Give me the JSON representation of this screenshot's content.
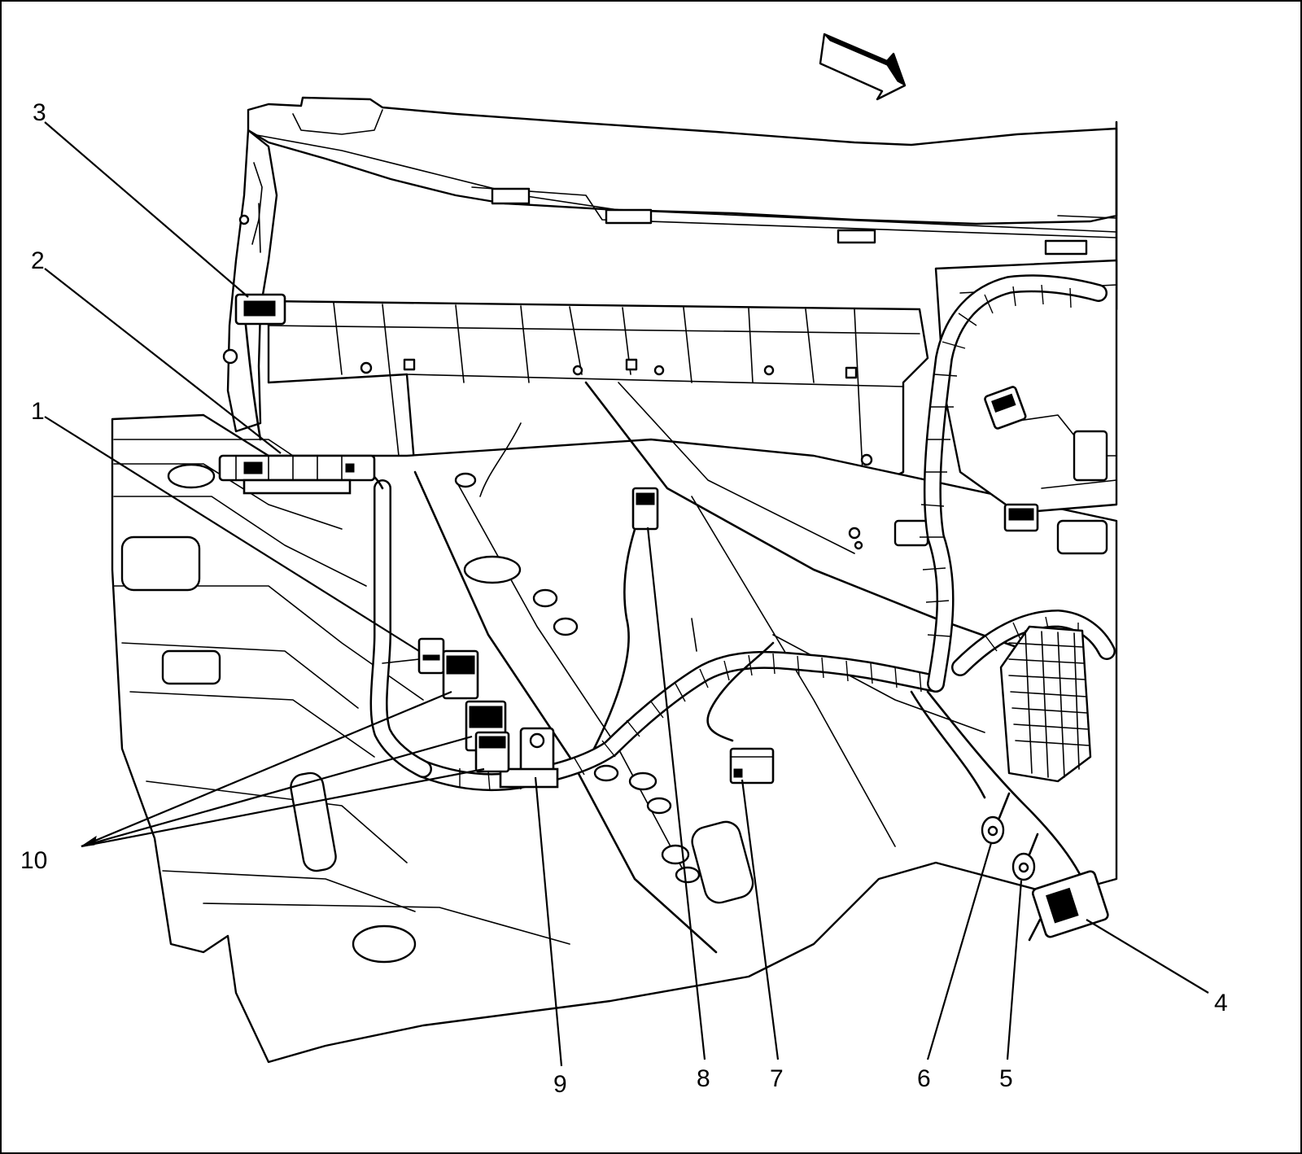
{
  "diagram": {
    "orientation_arrow": "direction-arrow-icon",
    "callouts": [
      {
        "id": "c1",
        "label": "1"
      },
      {
        "id": "c2",
        "label": "2"
      },
      {
        "id": "c3",
        "label": "3"
      },
      {
        "id": "c4",
        "label": "4"
      },
      {
        "id": "c5",
        "label": "5"
      },
      {
        "id": "c6",
        "label": "6"
      },
      {
        "id": "c7",
        "label": "7"
      },
      {
        "id": "c8",
        "label": "8"
      },
      {
        "id": "c9",
        "label": "9"
      },
      {
        "id": "c10",
        "label": "10"
      }
    ]
  }
}
